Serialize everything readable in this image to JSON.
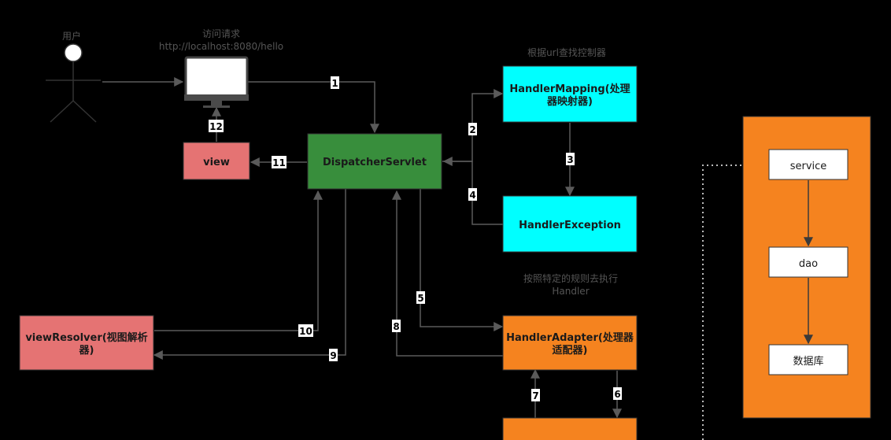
{
  "colors": {
    "background": "#000000",
    "cyan_node": "#00ffff",
    "green_node": "#388e3c",
    "red_node": "#e57373",
    "orange_node": "#f5831f",
    "white_node": "#ffffff"
  },
  "captions": {
    "user": "用户",
    "request_line1": "访问请求",
    "request_line2": "http://localhost:8080/hello",
    "mapping_note": "根据url查找控制器",
    "handler_note_line1": "按照特定的规则去执行",
    "handler_note_line2": "Handler"
  },
  "nodes": {
    "handler_mapping": {
      "line1": "HandlerMapping(处理",
      "line2": "器映射器)"
    },
    "dispatcher": {
      "label": "DispatcherServlet"
    },
    "view": {
      "label": "view"
    },
    "handler_exception": {
      "label": "HandlerException"
    },
    "view_resolver": {
      "line1": "viewResolver(视图解析",
      "line2": "器)"
    },
    "handler_adapter": {
      "line1": "HandlerAdapter(处理器",
      "line2": "适配器)"
    },
    "service": {
      "label": "service"
    },
    "dao": {
      "label": "dao"
    },
    "database": {
      "label": "数据库"
    }
  },
  "icons": {
    "user": "stick-figure-icon",
    "computer": "monitor-icon"
  },
  "steps": {
    "s1": "1",
    "s2": "2",
    "s3": "3",
    "s4": "4",
    "s5": "5",
    "s6": "6",
    "s7": "7",
    "s8": "8",
    "s9": "9",
    "s10": "10",
    "s11": "11",
    "s12": "12"
  }
}
